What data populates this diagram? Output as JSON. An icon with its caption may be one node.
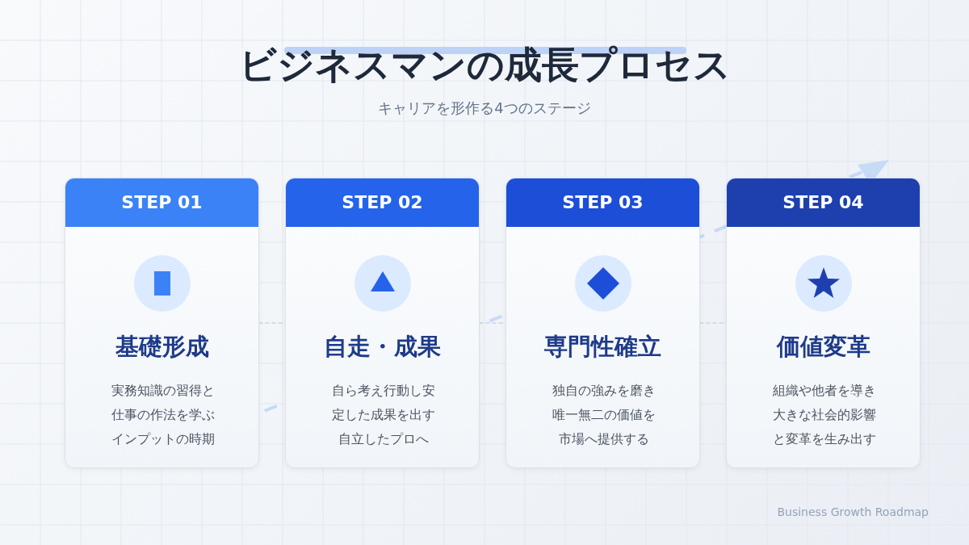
{
  "diagram": {
    "title": "ビジネスマンの成長プロセス",
    "nodes": [
      {
        "text": [
          "STEP 01",
          "基礎形成",
          "実務知識の習得と仕事の作法を学ぶインプットの時期"
        ]
      },
      {
        "text": [
          "STEP 02",
          "自走・成果",
          "自ら考え行動し安定した成果を出す自立したプロへ"
        ]
      },
      {
        "text": [
          "STEP 03",
          "専門性確立",
          "独自の強みを磨き唯一無二の価値を市場へ提供する"
        ]
      },
      {
        "text": [
          "STEP 04",
          "価値変革",
          "組織や他者を導き大きな社会的影響と変革を生み出す"
        ]
      }
    ],
    "edges": [
      {
        "from": 0,
        "to": 1,
        "arrow": "none",
        "style": "dashed"
      },
      {
        "from": 1,
        "to": 2,
        "arrow": "none",
        "style": "dashed"
      },
      {
        "from": 2,
        "to": 3,
        "arrow": "none",
        "style": "dashed"
      }
    ],
    "labels": [
      "キャリアを形作る4つのステージ",
      "Business Growth Roadmap"
    ]
  }
}
